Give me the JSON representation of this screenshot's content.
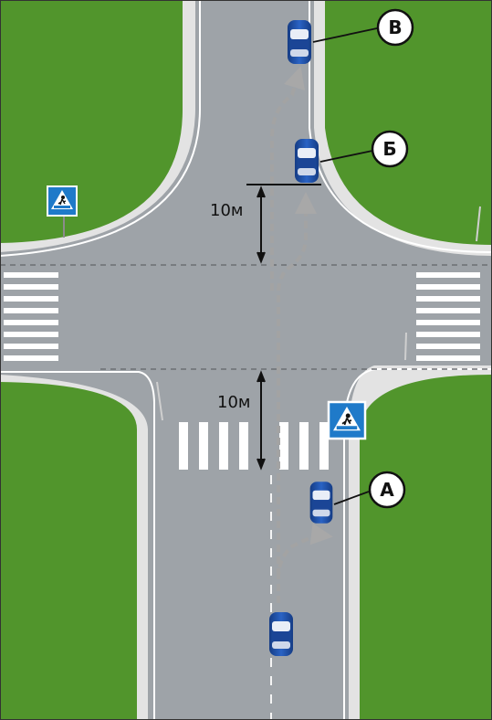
{
  "diagram": {
    "distance_label_top": "10м",
    "distance_label_bottom": "10м",
    "callouts": {
      "a": "А",
      "b": "Б",
      "v": "В"
    },
    "colors": {
      "grass": "#4f8f2a",
      "grass_light": "#66a83a",
      "road": "#9aa0a6",
      "curb": "#e2e2e2",
      "car": "#1e4fa8",
      "path_arrow": "#a8a8a8",
      "sign_blue": "#1f7ac9"
    },
    "icons": [
      "pedestrian-crossing-sign-icon",
      "car-icon",
      "arrow-icon"
    ]
  }
}
